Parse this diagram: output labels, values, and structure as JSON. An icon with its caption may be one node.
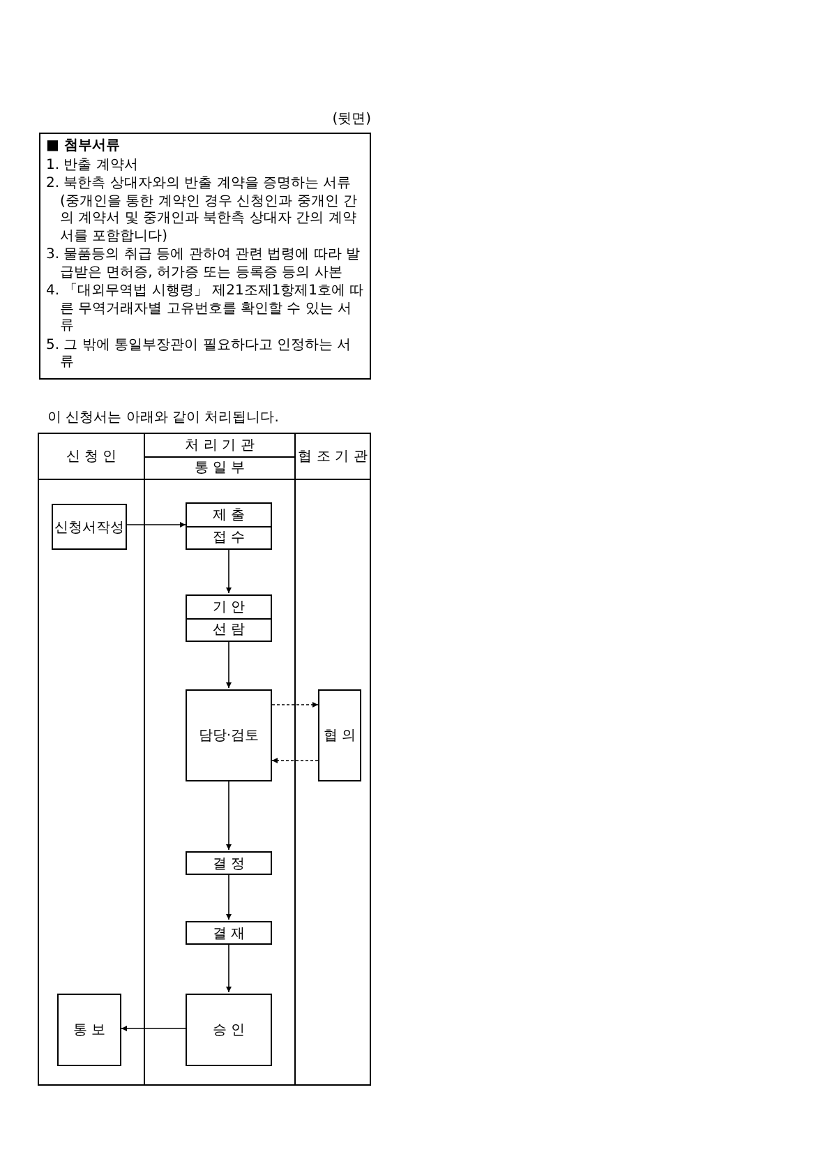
{
  "diagram": {
    "nodes": [
      {
        "text": [
          "■ 첨부서류",
          "1. 반출 계약서",
          "2. 북한측 상대자와의 반출 계약을 증명하는 서류(중개인을 통한 계약인 경우 신청인과 중개인 간의 계약서 및 중개인과 북한측 상대자 간의 계약서를 포함합니다)",
          "3. 물품등의 취급 등에 관하여 관련 법령에 따라 발급받은 면허증, 허가증 또는 등록증 등의 사본",
          "4. 「대외무역법 시행령」 제21조제1항제1호에 따른 무역거래자별 고유번호를 확인할 수 있는 서류",
          "5. 그 밖에 통일부장관이 필요하다고 인정하는 서류"
        ]
      },
      {
        "text": [
          "신 청 인"
        ]
      },
      {
        "text": [
          "처 리 기 관",
          "통 일 부"
        ]
      },
      {
        "text": [
          "협 조 기 관"
        ]
      },
      {
        "text": [
          "신청서작성"
        ],
        "in": 1
      },
      {
        "text": [
          "제 출",
          "접 수"
        ],
        "in": 2
      },
      {
        "text": [
          "기 안",
          "선 람"
        ],
        "in": 2
      },
      {
        "text": [
          "담당·검토"
        ],
        "in": 2
      },
      {
        "text": [
          "협 의"
        ],
        "in": 3
      },
      {
        "text": [
          "결 정"
        ],
        "in": 2
      },
      {
        "text": [
          "결 재"
        ],
        "in": 2
      },
      {
        "text": [
          "승 인"
        ],
        "in": 2
      },
      {
        "text": [
          "통 보"
        ],
        "in": 1
      }
    ],
    "edges": [
      {
        "from": 4,
        "to": 5,
        "arrow": "to"
      },
      {
        "from": 5,
        "to": 6,
        "arrow": "to"
      },
      {
        "from": 6,
        "to": 7,
        "arrow": "to"
      },
      {
        "from": 7,
        "to": 8,
        "arrow": "to",
        "style": "dashed"
      },
      {
        "from": 8,
        "to": 7,
        "arrow": "to",
        "style": "dashed"
      },
      {
        "from": 7,
        "to": 9,
        "arrow": "to"
      },
      {
        "from": 9,
        "to": 10,
        "arrow": "to"
      },
      {
        "from": 10,
        "to": 11,
        "arrow": "to"
      },
      {
        "from": 11,
        "to": 12,
        "arrow": "to"
      }
    ],
    "labels": [
      "(뒷면)",
      "이 신청서는 아래와 같이 처리됩니다."
    ]
  }
}
